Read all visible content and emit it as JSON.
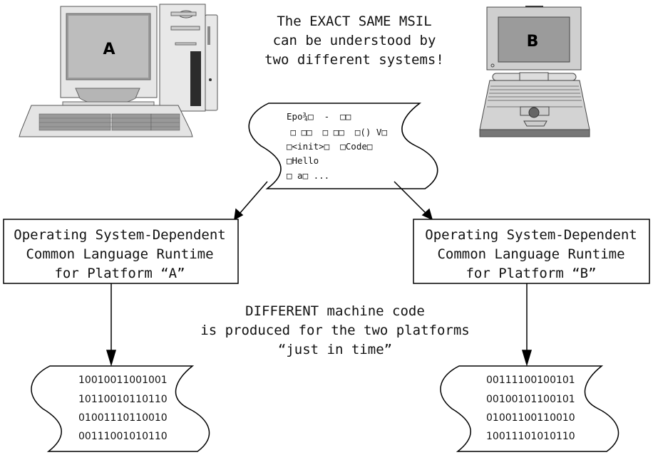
{
  "top_caption": [
    "The EXACT SAME MSIL",
    "can be understood by",
    "two different systems!"
  ],
  "computer_a": {
    "label": "A"
  },
  "computer_b": {
    "label": "B"
  },
  "msil_document": {
    "lines": [
      "Epo¾□  -  □□",
      " □ □□  □ □□  □() V□",
      "□<init>□  □Code□",
      "□Hello",
      "□ a□ ..."
    ]
  },
  "runtime_a": {
    "lines": [
      "Operating System-Dependent",
      "Common Language Runtime",
      "for Platform “A”"
    ]
  },
  "runtime_b": {
    "lines": [
      "Operating System-Dependent",
      "Common Language Runtime",
      "for Platform “B”"
    ]
  },
  "middle_caption": [
    "DIFFERENT machine code",
    "is produced for the two platforms",
    "“just in time”"
  ],
  "machine_code_a": {
    "lines": [
      "10010011001001",
      "10110010110110",
      "01001110110010",
      "00111001010110"
    ]
  },
  "machine_code_b": {
    "lines": [
      "00111100100101",
      "00100101100101",
      "01001100110010",
      "10011101010110"
    ]
  }
}
